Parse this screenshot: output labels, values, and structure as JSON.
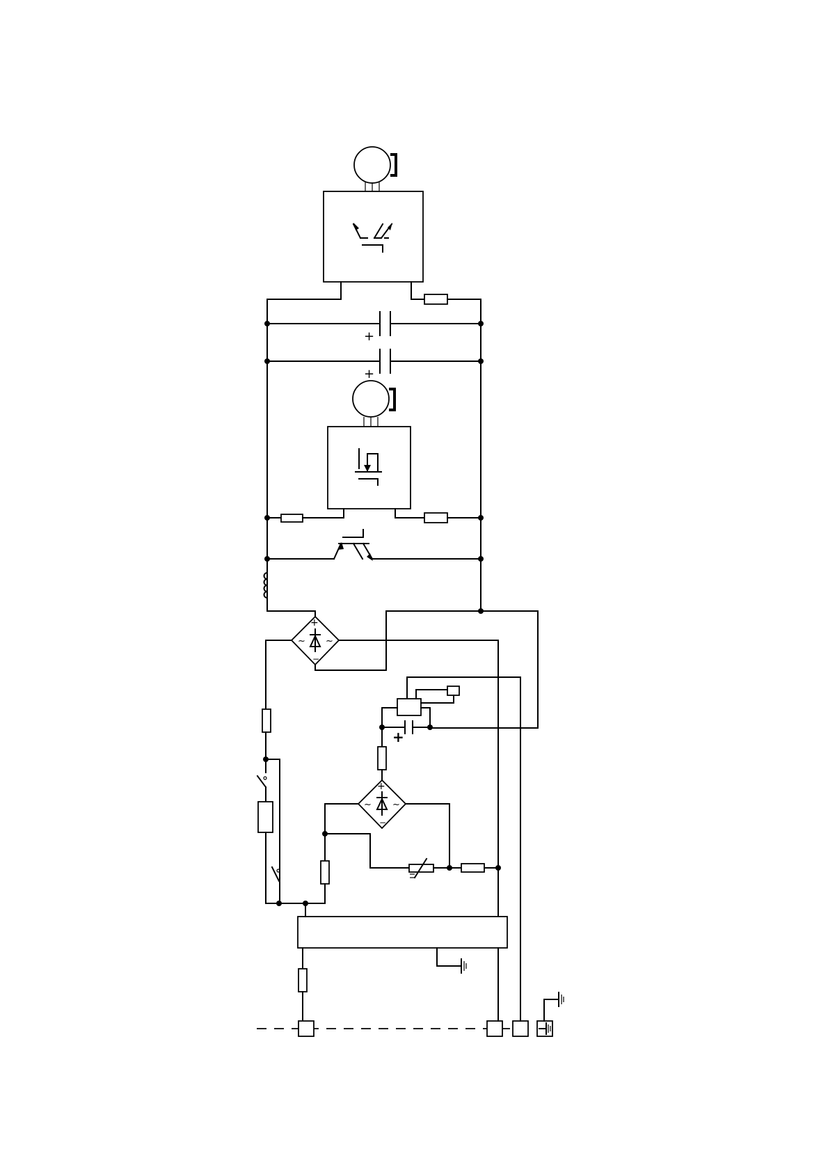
{
  "diagram": {
    "type": "electrical-schematic",
    "background": "#ffffff",
    "line_color": "#000000",
    "symbols": {
      "plus": "+",
      "tilde": "~",
      "plus_terminal": "+",
      "minus_terminal": "−"
    },
    "components": [
      {
        "id": "motor-1",
        "kind": "motor"
      },
      {
        "id": "igbt-module",
        "kind": "igbt-module"
      },
      {
        "id": "capacitor-1",
        "kind": "polarized-capacitor"
      },
      {
        "id": "capacitor-2",
        "kind": "polarized-capacitor"
      },
      {
        "id": "motor-2",
        "kind": "motor"
      },
      {
        "id": "mosfet-module",
        "kind": "mosfet-module"
      },
      {
        "id": "transistor",
        "kind": "transistor"
      },
      {
        "id": "inductor",
        "kind": "inductor"
      },
      {
        "id": "bridge-rectifier-1",
        "kind": "bridge-rectifier"
      },
      {
        "id": "bridge-rectifier-2",
        "kind": "bridge-rectifier"
      },
      {
        "id": "regulator",
        "kind": "regulator"
      },
      {
        "id": "capacitor-3",
        "kind": "polarized-capacitor"
      },
      {
        "id": "switch-1",
        "kind": "switch"
      },
      {
        "id": "switch-2",
        "kind": "switch"
      },
      {
        "id": "thermistor",
        "kind": "variable-resistor"
      },
      {
        "id": "control-unit",
        "kind": "control-block"
      },
      {
        "id": "ground-1",
        "kind": "ground"
      },
      {
        "id": "ground-2",
        "kind": "ground"
      },
      {
        "id": "terminal-1",
        "kind": "terminal"
      },
      {
        "id": "terminal-2",
        "kind": "terminal"
      },
      {
        "id": "terminal-3",
        "kind": "terminal"
      },
      {
        "id": "terminal-ground",
        "kind": "ground-terminal"
      }
    ]
  }
}
